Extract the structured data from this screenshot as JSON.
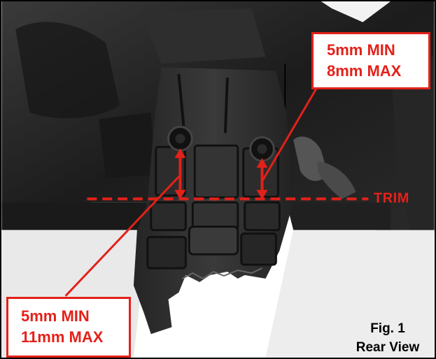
{
  "callouts": {
    "upper": {
      "line1": "5mm MIN",
      "line2": "8mm MAX"
    },
    "lower": {
      "line1": "5mm MIN",
      "line2": "11mm MAX"
    }
  },
  "trim_label": "TRIM",
  "caption": {
    "figure": "Fig. 1",
    "view": "Rear View"
  },
  "colors": {
    "annotation_red": "#e32119",
    "part_black": "#1f1f1f",
    "background": "#ffffff"
  }
}
